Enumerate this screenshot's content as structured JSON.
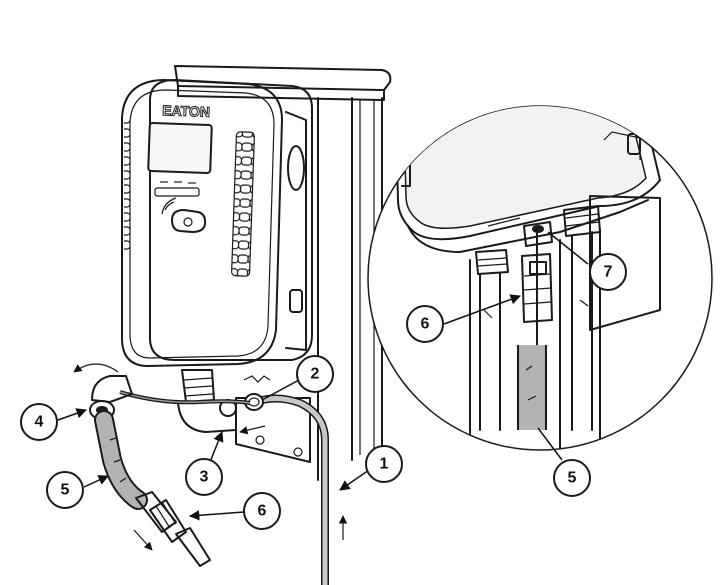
{
  "brand": {
    "logo_text": "EATON"
  },
  "callouts": [
    {
      "id": "1",
      "label": "1"
    },
    {
      "id": "2",
      "label": "2"
    },
    {
      "id": "3",
      "label": "3"
    },
    {
      "id": "4",
      "label": "4"
    },
    {
      "id": "5",
      "label": "5"
    },
    {
      "id": "6",
      "label": "6"
    },
    {
      "id": "5b",
      "label": "5"
    },
    {
      "id": "6b",
      "label": "6"
    },
    {
      "id": "7",
      "label": "7"
    }
  ],
  "colors": {
    "line": "#1a1a1a",
    "cable_gray": "#b3b3b3",
    "screen_fill": "#f7f7f7"
  }
}
